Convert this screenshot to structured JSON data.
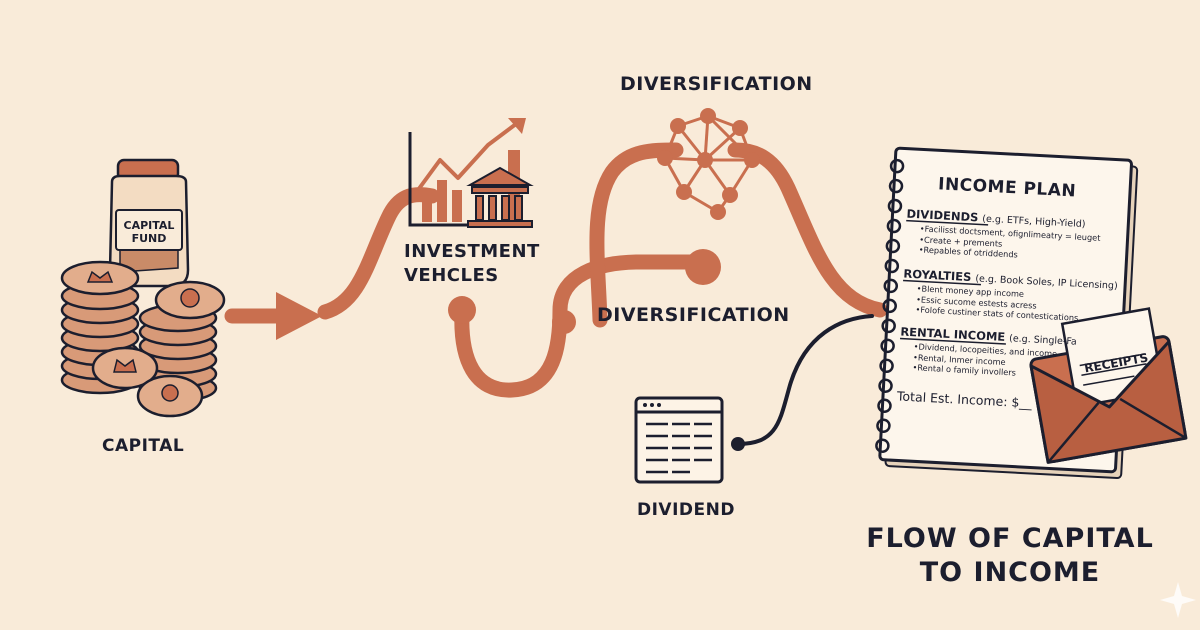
{
  "labels": {
    "capital": "CAPITAL",
    "jar": "CAPITAL FUND",
    "vehicles": "INVESTMENT VEHCLES",
    "diversification_top": "DIVERSIFICATION",
    "diversification_mid": "DIVERSIFICATION",
    "dividend": "DIVIDEND",
    "flow_title": "FLOW OF CAPITAL TO INCOME",
    "receipts": "RECEIPTS"
  },
  "notebook": {
    "title": "INCOME PLAN",
    "sections": [
      {
        "heading": "DIVIDENDS",
        "sub": "(e.g. ETFs, High-Yield)",
        "items": [
          "Facilisst doctsment, ofignlimeatry = leuget",
          "Create + prements",
          "Repables of otriddends"
        ]
      },
      {
        "heading": "ROYALTIES",
        "sub": "(e.g. Book Soles, IP Licensing)",
        "items": [
          "Blent money app income",
          "Essic sucome estests acress",
          "Folofe custiner stats of contestications"
        ]
      },
      {
        "heading": "RENTAL INCOME",
        "sub": "(e.g. Single-Fa",
        "items": [
          "Dividend, locopeities, and income",
          "Rental, Inmer income",
          "Rental o family invollers"
        ]
      }
    ],
    "total": "Total Est. Income: $__"
  },
  "colors": {
    "background": "#f9ebd9",
    "flow": "#c96f4f",
    "ink": "#1c1e2e",
    "coin": "#d89a78"
  },
  "icons": [
    "coin-stack-icon",
    "jar-icon",
    "bar-chart-icon",
    "bank-icon",
    "network-icon",
    "spreadsheet-icon",
    "notebook-icon",
    "envelope-icon",
    "receipt-icon"
  ]
}
